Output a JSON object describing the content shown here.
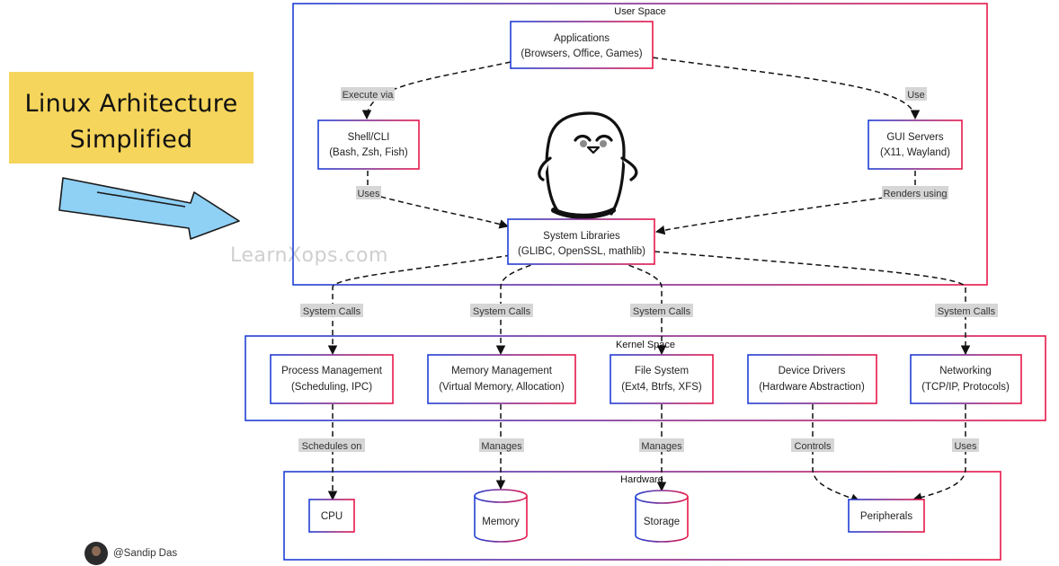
{
  "title": {
    "line1": "Linux Arhitecture",
    "line2": "Simplified"
  },
  "watermark": "LearnXops.com",
  "author": {
    "name": "@Sandip Das"
  },
  "groups": {
    "user_space": "User Space",
    "kernel_space": "Kernel Space",
    "hardware": "Hardware"
  },
  "nodes": {
    "applications": {
      "line1": "Applications",
      "line2": "(Browsers, Office, Games)"
    },
    "shell": {
      "line1": "Shell/CLI",
      "line2": "(Bash, Zsh, Fish)"
    },
    "gui": {
      "line1": "GUI Servers",
      "line2": "(X11, Wayland)"
    },
    "libraries": {
      "line1": "System Libraries",
      "line2": "(GLIBC, OpenSSL, mathlib)"
    },
    "process": {
      "line1": "Process Management",
      "line2": "(Scheduling, IPC)"
    },
    "memory_mgmt": {
      "line1": "Memory Management",
      "line2": "(Virtual Memory, Allocation)"
    },
    "filesystem": {
      "line1": "File System",
      "line2": "(Ext4, Btrfs, XFS)"
    },
    "drivers": {
      "line1": "Device Drivers",
      "line2": "(Hardware Abstraction)"
    },
    "networking": {
      "line1": "Networking",
      "line2": "(TCP/IP, Protocols)"
    },
    "cpu": {
      "label": "CPU"
    },
    "memory": {
      "label": "Memory"
    },
    "storage": {
      "label": "Storage"
    },
    "peripherals": {
      "label": "Peripherals"
    }
  },
  "edges": {
    "execute_via": "Execute via",
    "use": "Use",
    "uses_shell": "Uses",
    "renders_using": "Renders using",
    "syscalls_1": "System Calls",
    "syscalls_2": "System Calls",
    "syscalls_3": "System Calls",
    "syscalls_4": "System Calls",
    "schedules_on": "Schedules on",
    "manages_mem": "Manages",
    "manages_fs": "Manages",
    "controls": "Controls",
    "uses_net": "Uses"
  },
  "colors": {
    "gradient_start": "#1f3fd6",
    "gradient_end": "#e8174a",
    "label_bg": "#d6d6d6",
    "sticky": "#f6d55c",
    "arrow_fill": "#8fd0f5"
  }
}
